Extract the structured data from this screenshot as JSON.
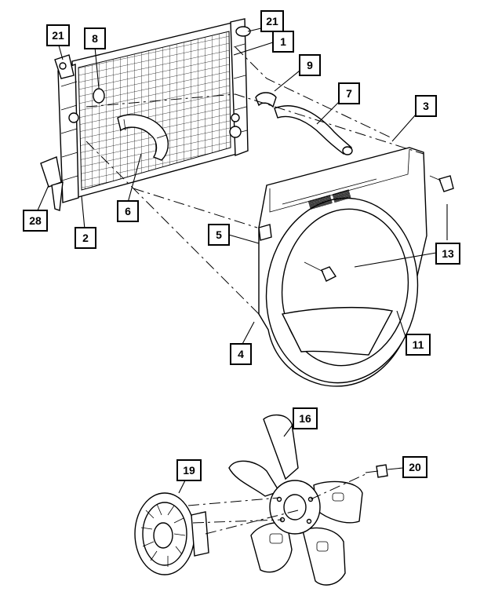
{
  "callouts": [
    {
      "id": "c21a",
      "label": "21"
    },
    {
      "id": "c8",
      "label": "8"
    },
    {
      "id": "c21b",
      "label": "21"
    },
    {
      "id": "c1",
      "label": "1"
    },
    {
      "id": "c9",
      "label": "9"
    },
    {
      "id": "c7",
      "label": "7"
    },
    {
      "id": "c3",
      "label": "3"
    },
    {
      "id": "c6",
      "label": "6"
    },
    {
      "id": "c28",
      "label": "28"
    },
    {
      "id": "c2",
      "label": "2"
    },
    {
      "id": "c5",
      "label": "5"
    },
    {
      "id": "c13",
      "label": "13"
    },
    {
      "id": "c11",
      "label": "11"
    },
    {
      "id": "c4",
      "label": "4"
    },
    {
      "id": "c16",
      "label": "16"
    },
    {
      "id": "c19",
      "label": "19"
    },
    {
      "id": "c20",
      "label": "20"
    }
  ]
}
